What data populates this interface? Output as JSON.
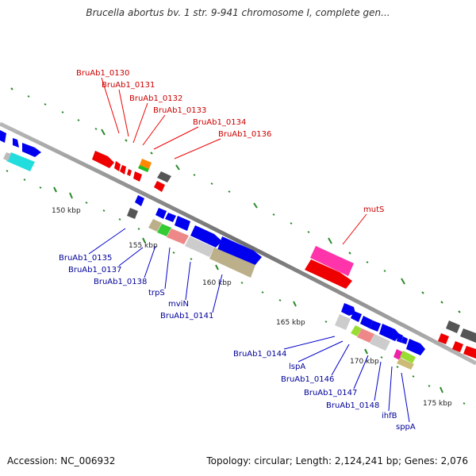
{
  "title": "Brucella abortus bv. 1 str. 9-941 chromosome I, complete gen...",
  "footer": {
    "accession": "Accession: NC_006932",
    "stats": "Topology: circular; Length: 2,124,241 bp; Genes: 2,076"
  },
  "colors": {
    "forward_label": "#cc0000",
    "reverse_label": "#000099",
    "backbone": "#888888",
    "tick": "#007700"
  },
  "scale_labels": [
    "150 kbp",
    "155 kbp",
    "160 kbp",
    "165 kbp",
    "170 kbp",
    "175 kbp"
  ],
  "forward_labels": [
    "BruAb1_0130",
    "BruAb1_0131",
    "BruAb1_0132",
    "BruAb1_0133",
    "BruAb1_0134",
    "BruAb1_0136",
    "mutS"
  ],
  "reverse_labels": [
    "BruAb1_0135",
    "BruAb1_0137",
    "BruAb1_0138",
    "trpS",
    "mviN",
    "BruAb1_0141",
    "BruAb1_0144",
    "lspA",
    "BruAb1_0146",
    "BruAb1_0147",
    "BruAb1_0148",
    "ihfB",
    "sppA"
  ]
}
